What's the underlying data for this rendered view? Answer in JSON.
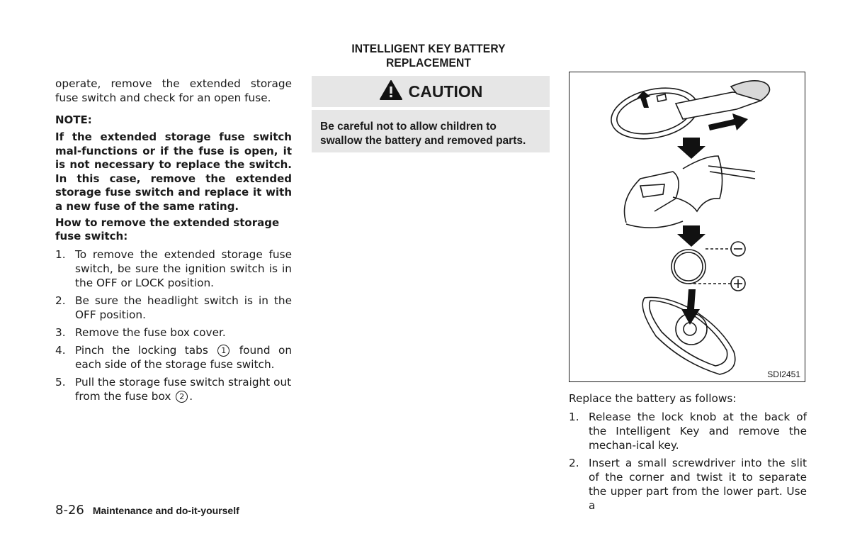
{
  "header": {
    "section_title": "INTELLIGENT KEY BATTERY REPLACEMENT"
  },
  "left_column": {
    "intro": "operate, remove the extended storage fuse switch and check for an open fuse.",
    "note_label": "NOTE:",
    "note_text": "If the extended storage fuse switch mal-functions or if the fuse is open, it is not necessary to replace the switch. In this case, remove the extended storage fuse switch and replace it with a new fuse of the same rating.",
    "howto_heading": "How to remove the extended storage fuse switch:",
    "steps": [
      {
        "num": "1.",
        "text": "To remove the extended storage fuse switch, be sure the ignition switch is in the OFF or LOCK position."
      },
      {
        "num": "2.",
        "text": "Be sure the headlight switch is in the OFF position."
      },
      {
        "num": "3.",
        "text": "Remove the fuse box cover."
      },
      {
        "num": "4.",
        "text_before": "Pinch the locking tabs",
        "marker": "1",
        "text_after": "found on each side of the storage fuse switch."
      },
      {
        "num": "5.",
        "text_before": "Pull the storage fuse switch straight out from the fuse box",
        "marker": "2",
        "text_after": "."
      }
    ]
  },
  "caution": {
    "heading": "CAUTION",
    "icon": "warning-triangle-icon",
    "text": "Be careful not to allow children to swallow the battery and removed parts."
  },
  "figure": {
    "code": "SDI2451",
    "minus_symbol": "−",
    "plus_symbol": "+"
  },
  "right_column": {
    "intro": "Replace the battery as follows:",
    "steps": [
      {
        "num": "1.",
        "text": "Release the lock knob at the back of the Intelligent Key and remove the mechan-ical key."
      },
      {
        "num": "2.",
        "text": "Insert a small screwdriver into the slit of the corner and twist it to separate the upper part from the lower part. Use a"
      }
    ]
  },
  "footer": {
    "page_number": "8-26",
    "chapter": "Maintenance and do-it-yourself"
  }
}
